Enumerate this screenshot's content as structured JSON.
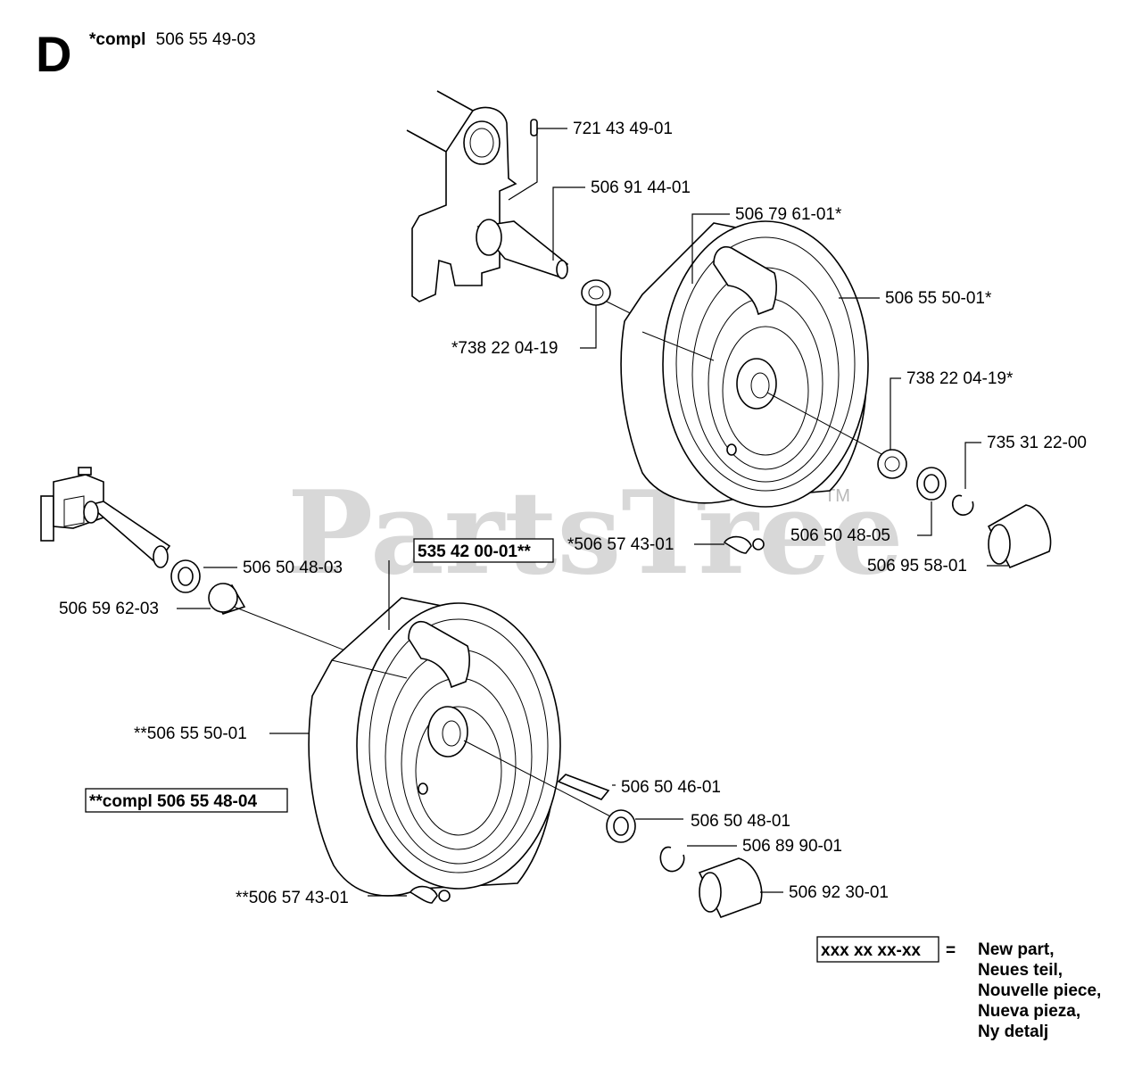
{
  "header": {
    "section_letter": "D",
    "compl_prefix": "*compl",
    "compl_number": "506 55 49-03"
  },
  "watermark": {
    "text": "PartsTree",
    "tm": "TM"
  },
  "labels": {
    "p721_43_49_01": "721 43 49-01",
    "p506_91_44_01": "506 91 44-01",
    "p506_79_61_01": "506 79 61-01*",
    "p506_55_50_01_top": "506 55 50-01*",
    "p738_22_04_19_left": "*738 22 04-19",
    "p738_22_04_19_right": "738 22 04-19*",
    "p735_31_22_00": "735 31 22-00",
    "p506_50_48_05": "506 50 48-05",
    "p506_95_58_01": "506 95 58-01",
    "p506_57_43_01_top": "*506 57 43-01",
    "p535_42_00_01": "535 42 00-01**",
    "p506_50_48_03": "506 50 48-03",
    "p506_59_62_03": "506 59 62-03",
    "p506_55_50_01_bottom": "**506 55 50-01",
    "compl_506_55_48_04": "**compl 506 55 48-04",
    "p506_50_46_01": "506 50 46-01",
    "p506_50_48_01": "506 50 48-01",
    "p506_89_90_01": "506 89 90-01",
    "p506_92_30_01": "506 92 30-01",
    "p506_57_43_01_bottom": "**506 57 43-01"
  },
  "legend": {
    "pattern": "xxx xx xx-xx",
    "equals": "=",
    "lines": [
      "New part,",
      "Neues teil,",
      "Nouvelle piece,",
      "Nueva pieza,",
      "Ny detalj"
    ]
  }
}
